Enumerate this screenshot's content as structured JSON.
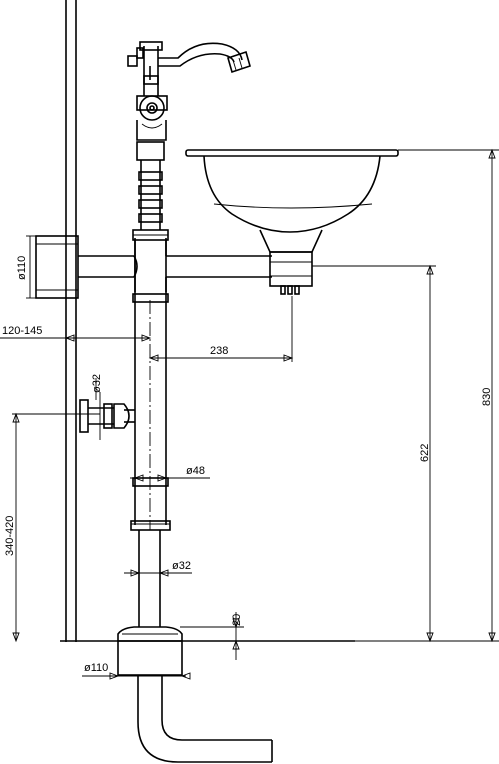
{
  "dimensions": {
    "wall_flange_dia": "ø110",
    "wall_offset": "120-145",
    "bowl_offset": "238",
    "side_inlet_dia": "ø32",
    "inlet_height": "340-420",
    "pipe_dia": "ø48",
    "lower_pipe_dia": "ø32",
    "floor_gap": "20",
    "floor_flange_dia": "ø110",
    "bowl_outlet_height": "622",
    "total_height": "830"
  }
}
